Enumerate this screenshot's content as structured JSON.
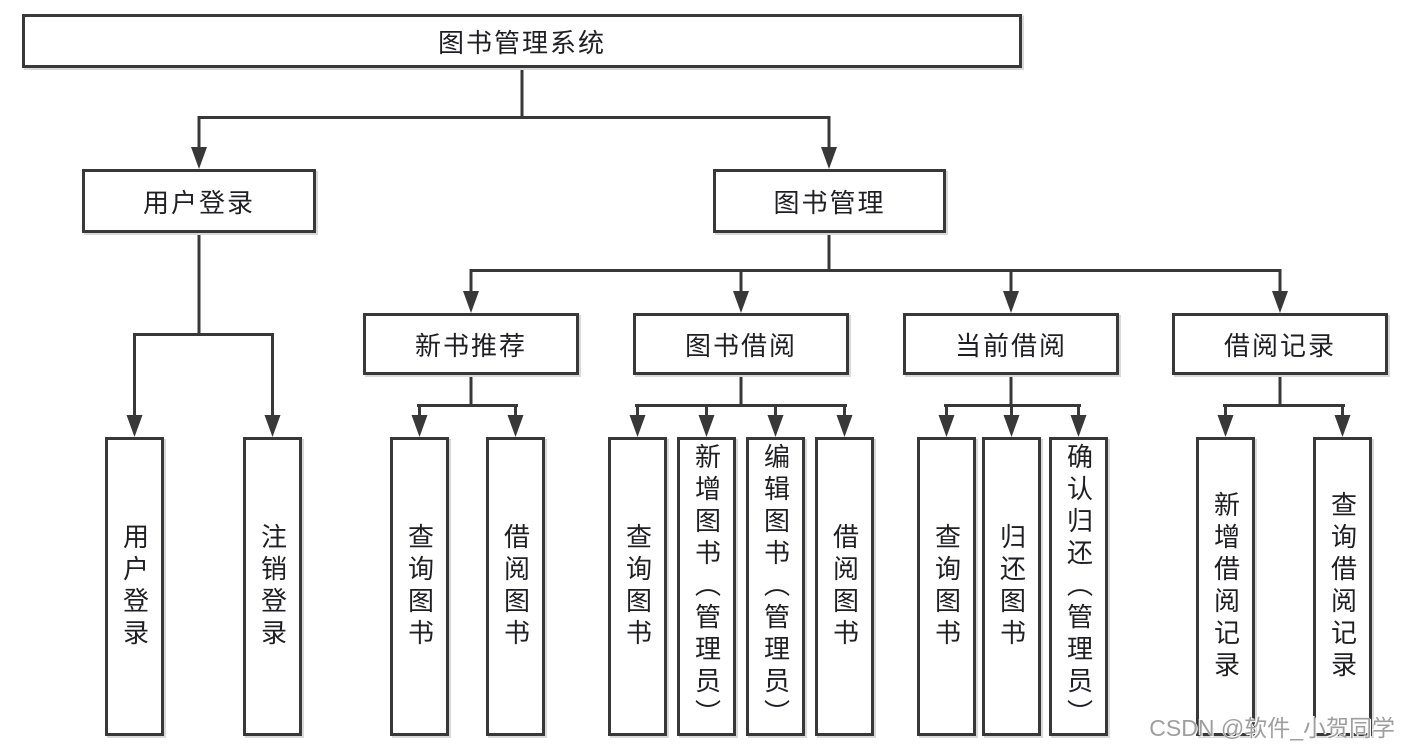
{
  "page": {
    "background": "#ffffff"
  },
  "colors": {
    "line": "#383838",
    "border": "#383838",
    "text": "#1f1f23",
    "watermark_text": "#9e9e9e"
  },
  "watermark": {
    "text": "CSDN @软件_小贺同学"
  },
  "tree": {
    "root": "图书管理系统",
    "branches": [
      {
        "label": "用户登录",
        "children": [
          "用户登录",
          "注销登录"
        ]
      },
      {
        "label": "图书管理",
        "groups": [
          {
            "label": "新书推荐",
            "children": [
              "查询图书",
              "借阅图书"
            ]
          },
          {
            "label": "图书借阅",
            "children": [
              "查询图书",
              "新增图书（管理员）",
              "编辑图书（管理员）",
              "借阅图书"
            ]
          },
          {
            "label": "当前借阅",
            "children": [
              "查询图书",
              "归还图书",
              "确认归还（管理员）"
            ]
          },
          {
            "label": "借阅记录",
            "children": [
              "新增借阅记录",
              "查询借阅记录"
            ]
          }
        ]
      }
    ]
  }
}
